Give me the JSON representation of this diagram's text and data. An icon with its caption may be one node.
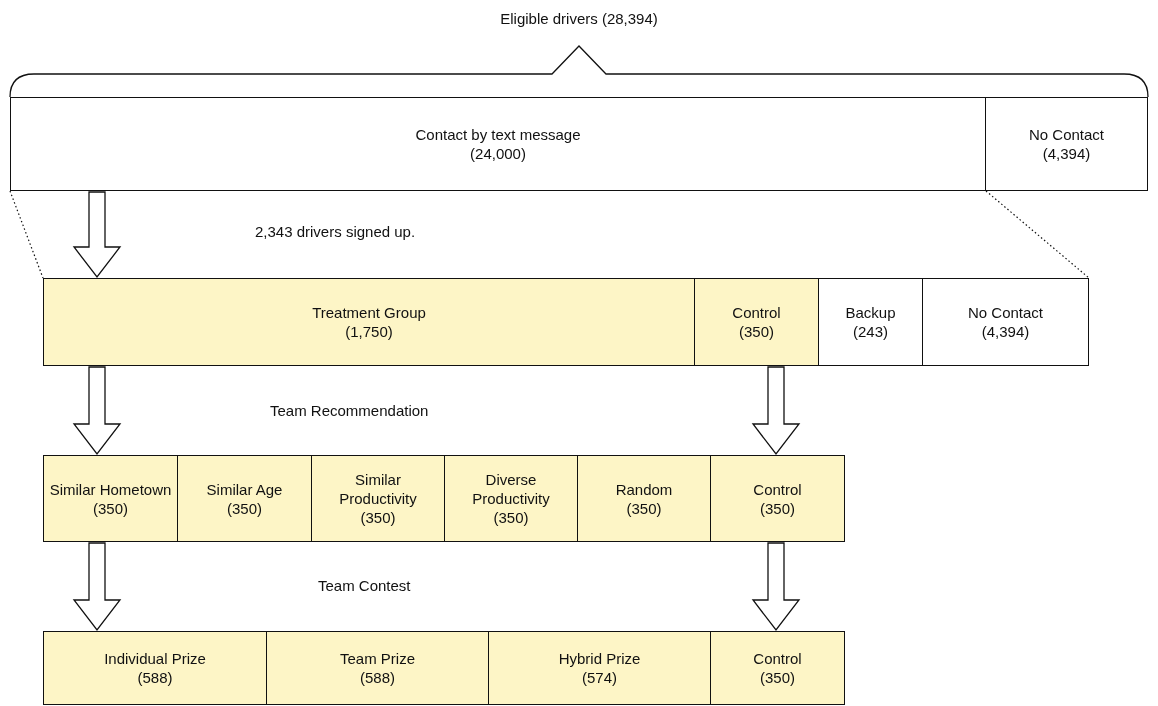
{
  "diagram": {
    "nodes": [
      {
        "text": [
          "Contact by text message",
          "(24,000)"
        ]
      },
      {
        "text": [
          "No Contact",
          "(4,394)"
        ]
      },
      {
        "text": [
          "Treatment Group",
          "(1,750)"
        ]
      },
      {
        "text": [
          "Control",
          "(350)"
        ]
      },
      {
        "text": [
          "Backup",
          "(243)"
        ]
      },
      {
        "text": [
          "No Contact",
          "(4,394)"
        ]
      },
      {
        "text": [
          "Similar Hometown",
          "(350)"
        ]
      },
      {
        "text": [
          "Similar Age",
          "(350)"
        ]
      },
      {
        "text": [
          "Similar Productivity",
          "(350)"
        ]
      },
      {
        "text": [
          "Diverse Productivity",
          "(350)"
        ]
      },
      {
        "text": [
          "Random",
          "(350)"
        ]
      },
      {
        "text": [
          "Control",
          "(350)"
        ]
      },
      {
        "text": [
          "Individual Prize",
          "(588)"
        ]
      },
      {
        "text": [
          "Team Prize",
          "(588)"
        ]
      },
      {
        "text": [
          "Hybrid Prize",
          "(574)"
        ]
      },
      {
        "text": [
          "Control",
          "(350)"
        ]
      }
    ],
    "edges": [
      {
        "from": 0,
        "to": 2,
        "arrow": "to"
      },
      {
        "from": 0,
        "to": 2,
        "arrow": "none",
        "style": "dashed"
      },
      {
        "from": 0,
        "to": 5,
        "arrow": "none",
        "style": "dashed"
      },
      {
        "from": 2,
        "to": 6,
        "arrow": "to"
      },
      {
        "from": 3,
        "to": 11,
        "arrow": "to"
      },
      {
        "from": 6,
        "to": 12,
        "arrow": "to"
      },
      {
        "from": 11,
        "to": 15,
        "arrow": "to"
      }
    ],
    "labels": [
      "Eligible drivers (28,394)",
      "2,343 drivers signed up.",
      "Team Recommendation",
      "Team Contest"
    ]
  }
}
